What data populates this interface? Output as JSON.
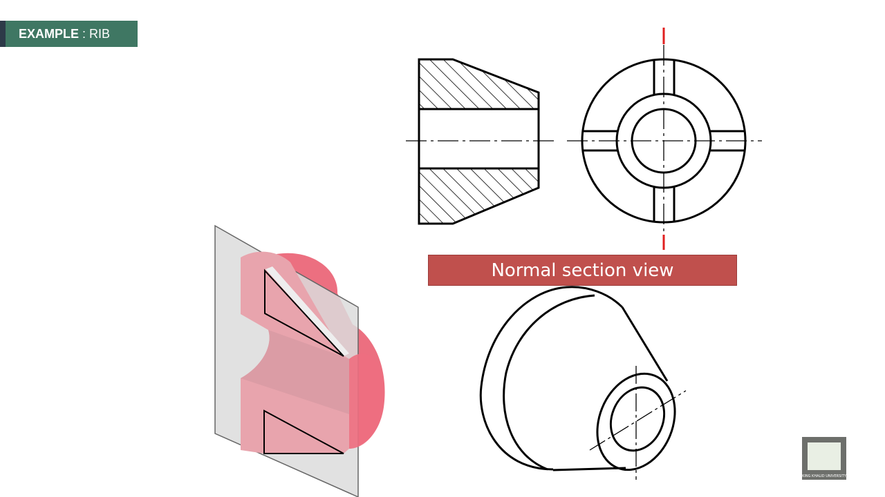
{
  "header": {
    "label_bold": "EXAMPLE",
    "separator": " : ",
    "label_rest": "RIB",
    "color": "#3f7763"
  },
  "caption": {
    "text": "Normal section view",
    "color": "#c0504d"
  },
  "logo": {
    "text": "KING KHALID UNIVERSITY"
  },
  "colors": {
    "centerline_end": "#e02020",
    "model": "#e8a0a8",
    "plane": "#d9d9d9"
  }
}
